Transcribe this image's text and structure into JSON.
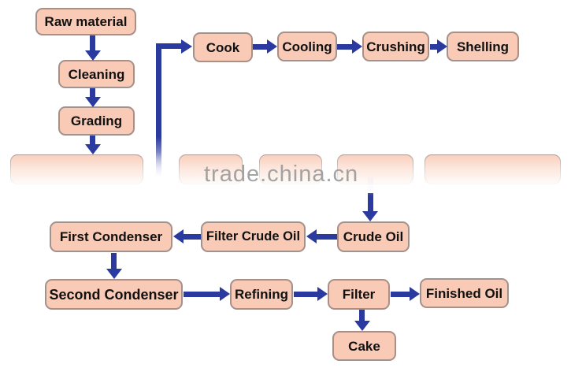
{
  "watermark": {
    "text": "trade.china.cn",
    "color": "#9c9c9c"
  },
  "colors": {
    "box_fill": "#f9cab5",
    "box_border": "#a5908a",
    "arrow_blue": "#2b3a9e",
    "label_text": "#111111"
  },
  "flowchart": {
    "nodes": {
      "raw_material": "Raw material",
      "cleaning": "Cleaning",
      "grading": "Grading",
      "cook": "Cook",
      "cooling": "Cooling",
      "crushing": "Crushing",
      "shelling": "Shelling",
      "first_condenser": "First Condenser",
      "filter_crude_oil": "Filter Crude Oil",
      "crude_oil": "Crude Oil",
      "second_condenser": "Second Condenser",
      "refining": "Refining",
      "filter": "Filter",
      "finished_oil": "Finished Oil",
      "cake": "Cake"
    },
    "faded_placeholder_boxes": 5
  }
}
